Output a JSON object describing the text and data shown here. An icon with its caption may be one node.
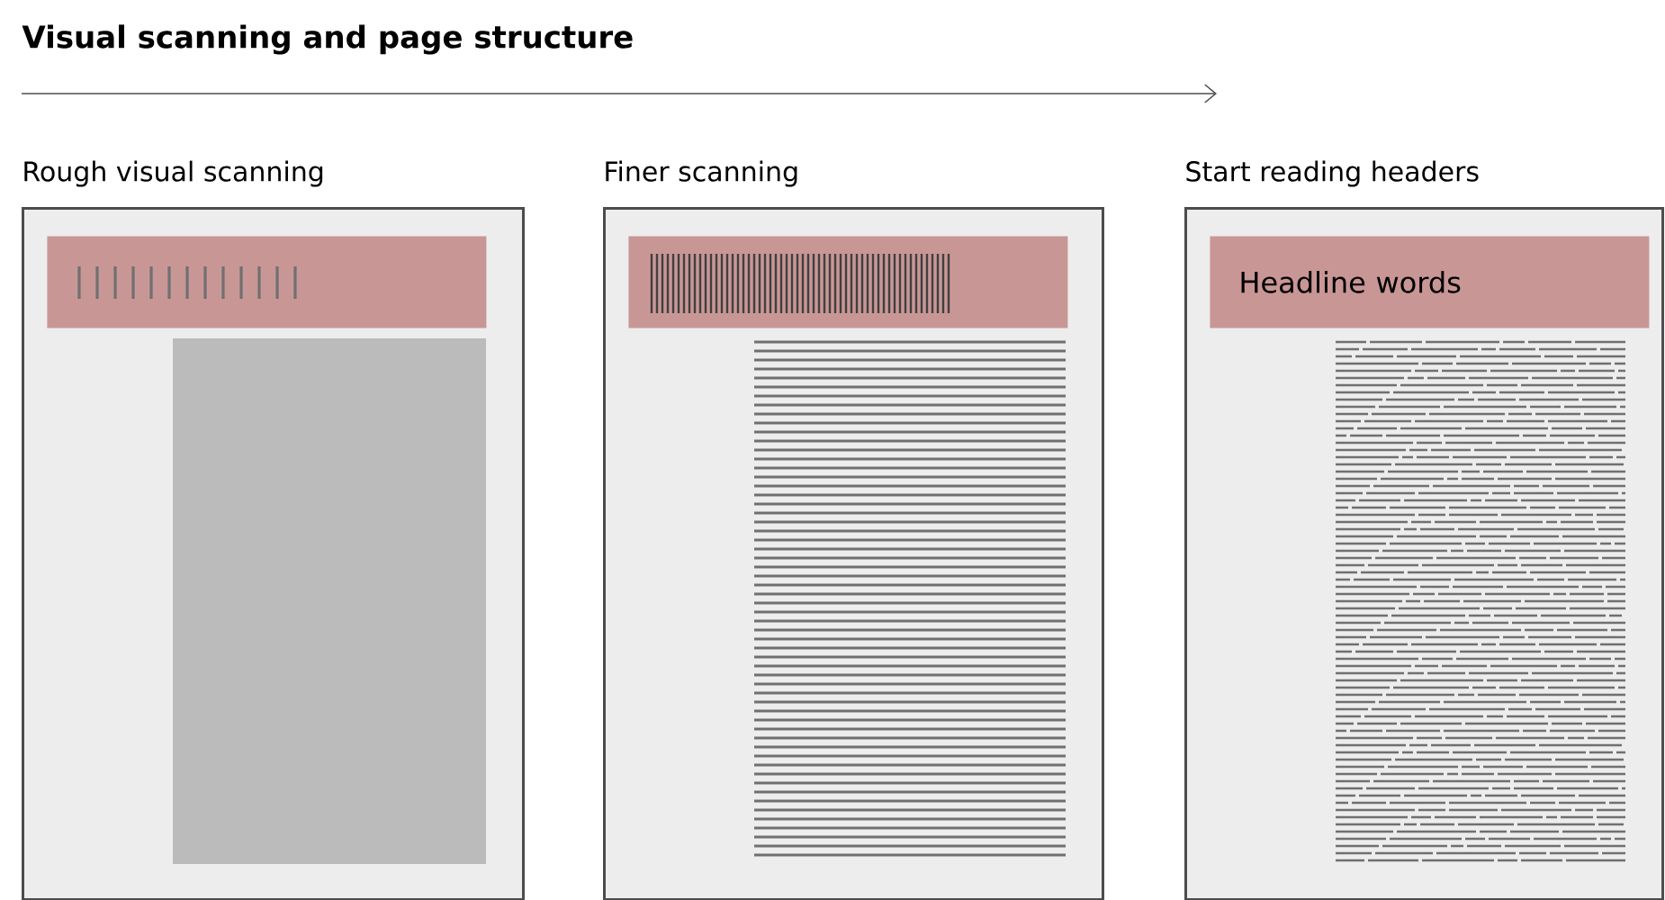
{
  "diagram": {
    "title": "Visual scanning and page structure",
    "nodes": [
      {
        "text": [
          "Rough visual scanning"
        ]
      },
      {
        "text": [],
        "shape": "bar",
        "in": 0
      },
      {
        "text": [
          "Finer scanning"
        ]
      },
      {
        "text": [],
        "shape": "bar",
        "in": 2
      },
      {
        "text": [
          "Start reading headers"
        ]
      },
      {
        "text": [
          "Headline words"
        ],
        "in": 4
      }
    ],
    "edges": []
  }
}
